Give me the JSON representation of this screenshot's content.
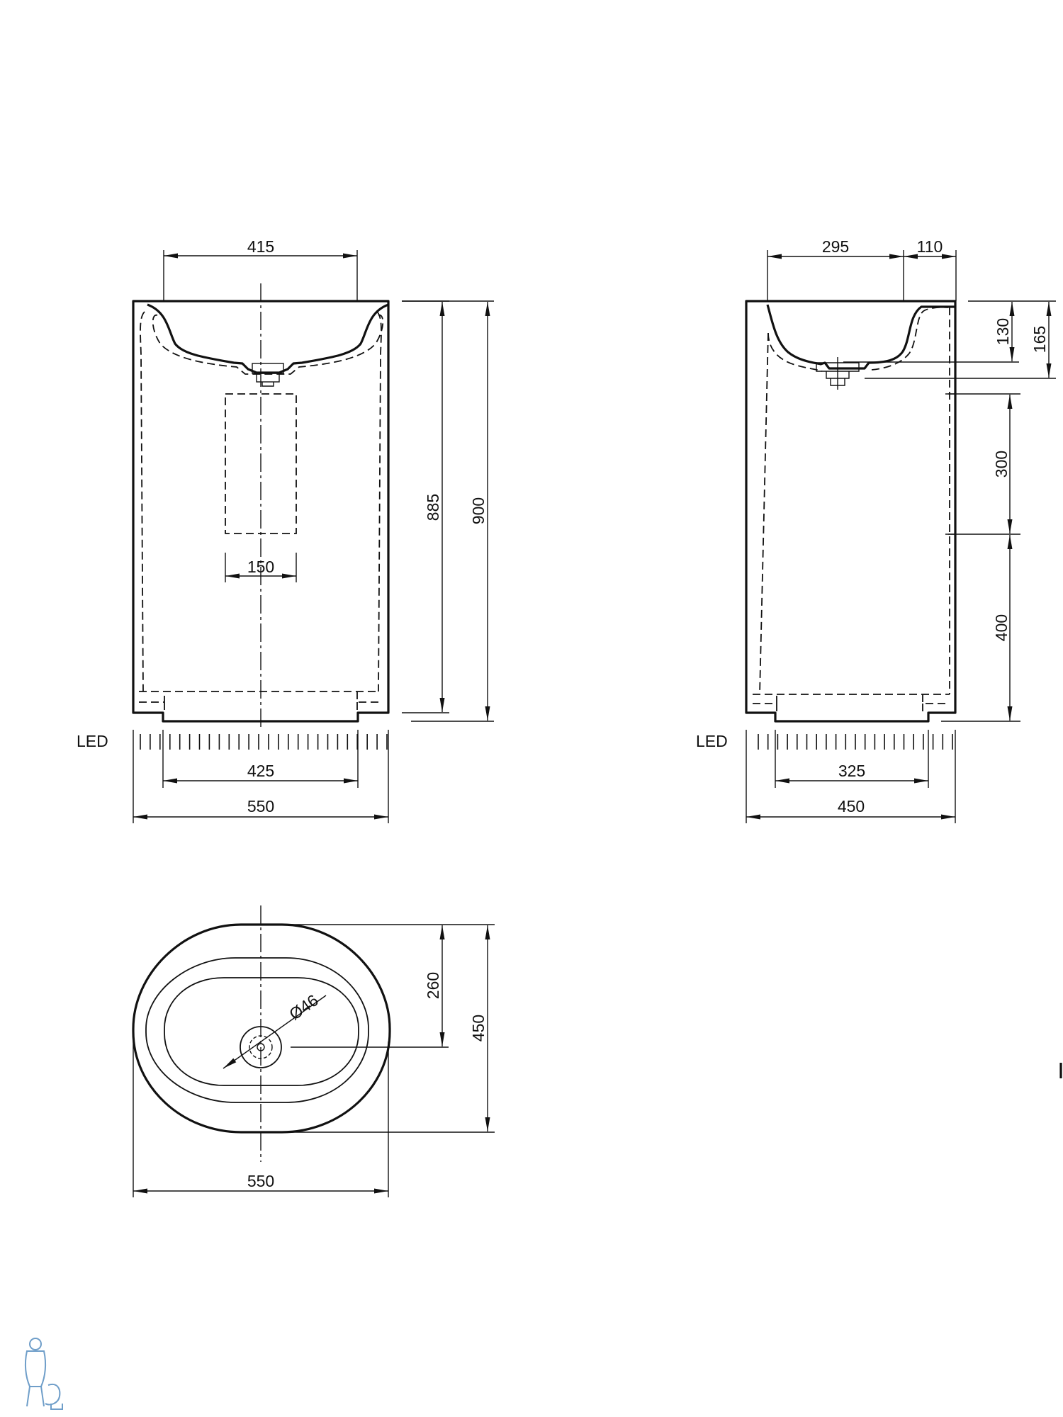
{
  "front_view": {
    "dim_top_width": "415",
    "dim_slot_width": "150",
    "dim_height_inner": "885",
    "dim_height_total": "900",
    "led_label": "LED",
    "dim_base_width": "425",
    "dim_total_width": "550"
  },
  "side_view": {
    "dim_basin_depth": "295",
    "dim_rim": "110",
    "dim_drain_depth_a": "130",
    "dim_drain_depth_b": "165",
    "dim_mid_height": "300",
    "dim_lower_height": "400",
    "led_label": "LED",
    "dim_base_width": "325",
    "dim_total_width": "450"
  },
  "top_view": {
    "dim_drain_offset": "260",
    "dim_depth": "450",
    "dim_drain_diameter": "Ø46",
    "dim_width": "550"
  },
  "icons": {
    "watermark": "plumber-mascot-icon"
  }
}
